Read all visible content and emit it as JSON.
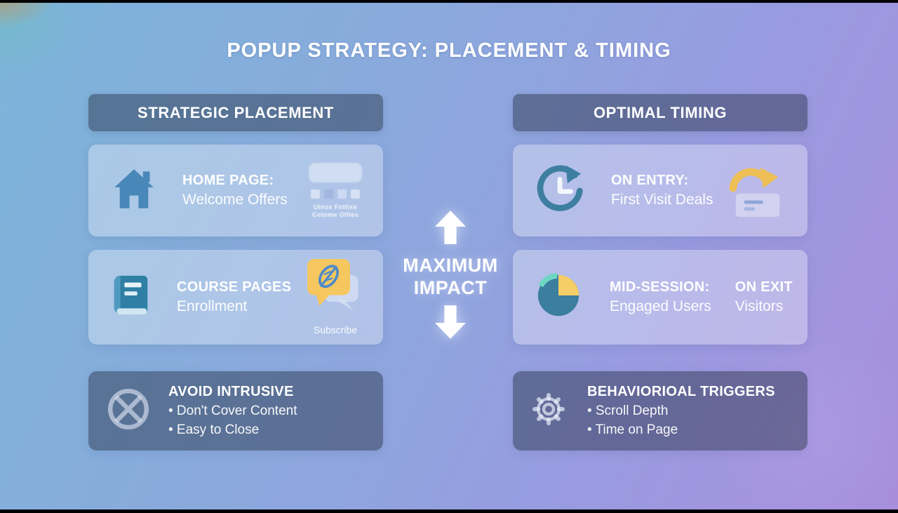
{
  "title": "POPUP STRATEGY: PLACEMENT & TIMING",
  "center": {
    "text_line1": "MAXIMUM",
    "text_line2": "IMPACT"
  },
  "left_column": {
    "header": "STRATEGIC PLACEMENT",
    "card_home": {
      "heading": "HOME PAGE:",
      "subtext": "Welcome Offers",
      "icon": "house-icon",
      "ghost_popup": {
        "line1": "Utnxe Fnttixe",
        "line2": "Cotome Oflles"
      }
    },
    "card_course": {
      "heading": "COURSE PAGES",
      "subtext": "Enrollment",
      "icon": "book-icon",
      "bubble_label": "Subscribe"
    },
    "card_avoid": {
      "heading": "AVOID INTRUSIVE",
      "bullets": [
        "• Don't Cover Content",
        "• Easy to Close"
      ],
      "icon": "prohibit-icon"
    }
  },
  "right_column": {
    "header": "OPTIMAL TIMING",
    "card_entry": {
      "heading": "ON ENTRY:",
      "subtext": "First Visit Deals",
      "icon": "clock-refresh-icon"
    },
    "card_mid": {
      "heading": "MID-SESSION:",
      "subtext": "Engaged Users",
      "heading2": "ON EXIT",
      "subtext2": "Visitors",
      "icon": "pie-chart-icon"
    },
    "card_behavior": {
      "heading": "BEHAVIORIOAL TRIGGERS",
      "bullets": [
        "• Scroll Depth",
        "• Time on Page"
      ],
      "icon": "gear-icon"
    }
  },
  "colors": {
    "teal": "#3b7e9e",
    "steel_blue": "#4987b9",
    "yellow": "#f6c75f",
    "mint": "#6fd6c2",
    "text": "#ffffff",
    "card_dark": "rgba(33,44,64,0.45)",
    "card_light": "rgba(255,255,255,0.32)"
  }
}
